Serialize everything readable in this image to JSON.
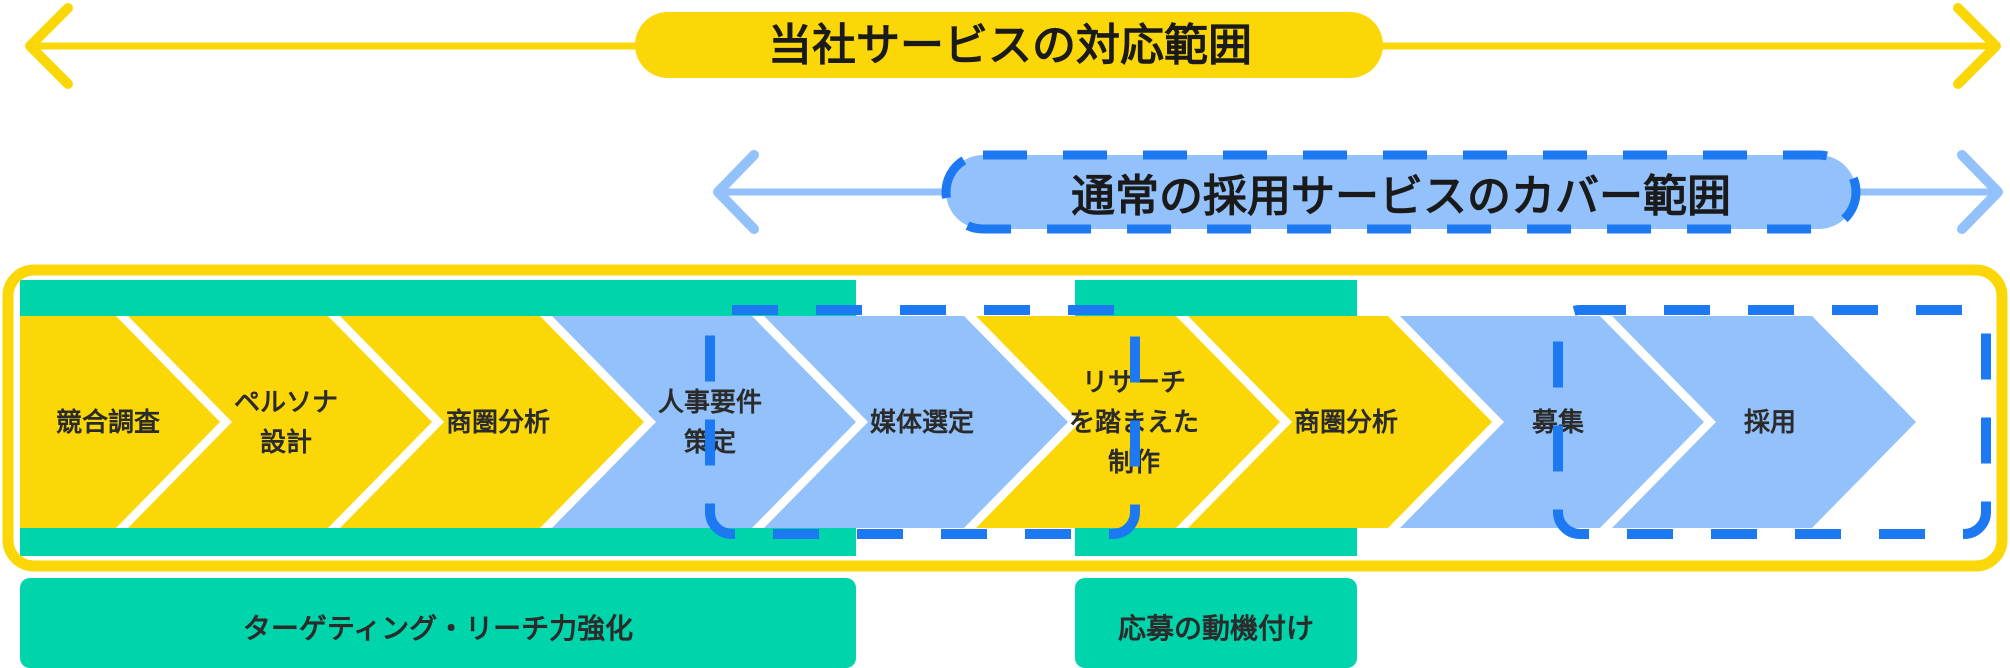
{
  "colors": {
    "yellow": "#FBD708",
    "teal": "#00D4AB",
    "light_blue": "#93C1FB",
    "blue": "#1C79F1",
    "text": "#2b2b2b"
  },
  "headers": {
    "company_scope": "当社サービスの対応範囲",
    "standard_scope": "通常の採用サービスのカバー範囲"
  },
  "steps": [
    {
      "lines": [
        "競合調査"
      ],
      "color": "yellow"
    },
    {
      "lines": [
        "ペルソナ",
        "設計"
      ],
      "color": "yellow"
    },
    {
      "lines": [
        "商圏分析"
      ],
      "color": "yellow"
    },
    {
      "lines": [
        "人事要件",
        "策定"
      ],
      "color": "light_blue"
    },
    {
      "lines": [
        "媒体選定"
      ],
      "color": "light_blue"
    },
    {
      "lines": [
        "リサーチ",
        "を踏まえた",
        "制作"
      ],
      "color": "yellow"
    },
    {
      "lines": [
        "商圏分析"
      ],
      "color": "yellow"
    },
    {
      "lines": [
        "募集"
      ],
      "color": "light_blue"
    },
    {
      "lines": [
        "採用"
      ],
      "color": "light_blue"
    }
  ],
  "bands": {
    "targeting": "ターゲティング・リーチ力強化",
    "motivation": "応募の動機付け"
  }
}
